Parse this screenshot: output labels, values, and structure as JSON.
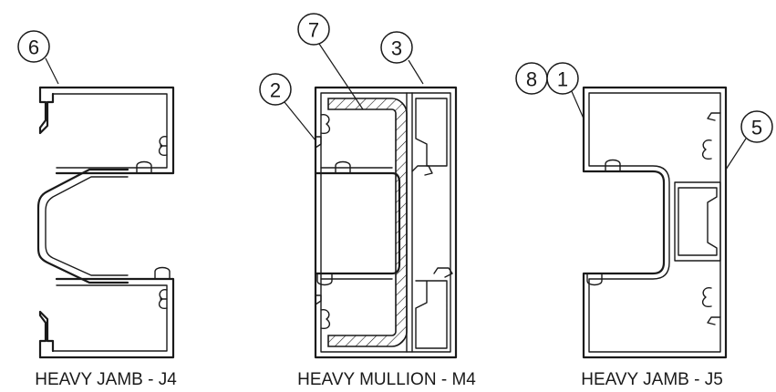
{
  "profiles": [
    {
      "id": "j4",
      "caption": "HEAVY JAMB - J4"
    },
    {
      "id": "m4",
      "caption": "HEAVY MULLION - M4"
    },
    {
      "id": "j5",
      "caption": "HEAVY JAMB - J5"
    }
  ],
  "callouts": {
    "c6": "6",
    "c7": "7",
    "c3": "3",
    "c2": "2",
    "c8": "8",
    "c1": "1",
    "c5": "5"
  },
  "colors": {
    "line": "#1a1a1a",
    "background": "#ffffff"
  }
}
